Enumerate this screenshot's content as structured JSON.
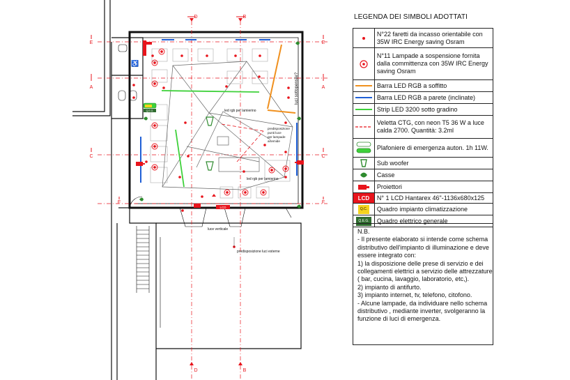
{
  "legend": {
    "title": "LEGENDA DEI SIMBOLI ADOTTATI",
    "items": [
      {
        "symbol": "red-dot-icon",
        "text": "N°22 faretti da incasso orientabile con 35W IRC Energy saving Osram"
      },
      {
        "symbol": "pendant-lamp-icon",
        "text": "N°11 Lampade a sospensione fornita dalla committenza con 35W IRC Energy saving Osram"
      },
      {
        "symbol": "orange-line-icon",
        "text": "Barra LED RGB a soffitto"
      },
      {
        "symbol": "blue-line-icon",
        "text": "Barra LED RGB a parete (inclinate)"
      },
      {
        "symbol": "green-line-icon",
        "text": "Strip LED 3200 sotto gradino"
      },
      {
        "symbol": "red-dashed-line-icon",
        "text": "Veletta CTG, con neon T5 36 W a luce calda 2700. Quantità:  3.2ml"
      },
      {
        "symbol": "emergency-light-icon",
        "text": "Plafoniere di emergenza auton. 1h 11W."
      },
      {
        "symbol": "subwoofer-icon",
        "text": "Sub woofer"
      },
      {
        "symbol": "speaker-leaf-icon",
        "text": "Casse"
      },
      {
        "symbol": "projector-icon",
        "text": "Proiettori"
      },
      {
        "symbol": "lcd-icon",
        "symbol_label": "LCD",
        "text": "N° 1 LCD Hantarex 46\"-1136x680x125"
      },
      {
        "symbol": "climate-panel-icon",
        "symbol_label": "Q.C.",
        "text": "Quadro impianto climatizzazione"
      },
      {
        "symbol": "electric-panel-icon",
        "symbol_label": "Q.E.G.",
        "text": "Quadro elettrico generale"
      }
    ]
  },
  "notes": {
    "text": "N.B.\n- Il presente elaborato si intende come schema distributivo dell'impianto di illuminazione e deve essere integrato con:\n1) la disposizione delle prese di servizio e dei collegamenti elettrici a servizio delle attrezzature ( bar, cucina, lavaggio, laboratorio, etc,).\n2) impianto di antifurto.\n3) impianto internet, tv, telefono, citofono.\n- Alcune lampade, da individuare nello schema distributivo , mediante inverter, svolgeranno la funzione di luci di emergenza."
  },
  "plan": {
    "section_marks": [
      "D",
      "B",
      "E",
      "A",
      "C",
      "F"
    ],
    "labels": {
      "luci_sottopensile": "luci sottopensile?",
      "led_rgb_top": "led rgb per lamierino",
      "led_rgb_bottom": "led rgb per lamierino",
      "predisposizione_lampade": "predisposizione punti luce per lampade artemide",
      "luce_verticale": "luce verticale",
      "predisposizione_esterne": "predisposizione luci esterne",
      "lcd_plan": "LCD",
      "qeg_plan": "Q.E.G."
    }
  },
  "colors": {
    "red": "#e8141c",
    "orange": "#f0901e",
    "blue": "#1f5fd6",
    "green": "#3ed13a",
    "leaf": "#2e8b2e",
    "wall": "#111111"
  }
}
